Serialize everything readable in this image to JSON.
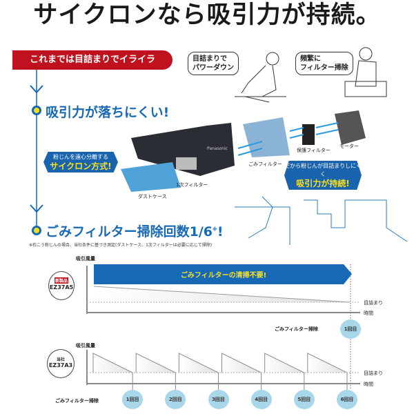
{
  "title": "サイクロンなら吸引力が持続。",
  "before_banner": "これまでは目詰まりでイライラ",
  "bubbles": [
    {
      "line1": "目詰まりで",
      "line2": "パワーダウン"
    },
    {
      "line1": "頻繁に",
      "line2": "フィルター掃除"
    }
  ],
  "section1": {
    "heading": "吸引力が落ちにくい!",
    "cyclone_callout": {
      "line1": "粉じんを遠心分離する",
      "line2": "サイクロン方式!"
    },
    "result_callout": {
      "line1": "だから粉じんが目詰まりしにくく",
      "line2": "吸引力が持続!"
    },
    "parts": {
      "dust_case": "ダストケース",
      "primary_filter": "1次フィルター",
      "dust_filter": "ごみフィルター",
      "protective_filter": "保護フィルター",
      "motor": "モーター"
    },
    "brand": "Panasonic"
  },
  "section2": {
    "heading": "ごみフィルター掃除回数1/6",
    "mark": "※",
    "exclaim": "!",
    "footnote": "※石こう粉じんの場合、当社条件に基づき測定(ダストケース、1次フィルターは必要に応じて掃除)"
  },
  "chart_data": [
    {
      "type": "line",
      "ylabel": "吸引風量",
      "xlabel": "時間",
      "threshold_label": "目詰まり",
      "badge": {
        "tag": "新製品",
        "model": "EZ37A5"
      },
      "banner": "ごみフィルターの清掃不要!",
      "cleaning_label": "ごみフィルター掃除",
      "cleanings": [
        "1回目"
      ]
    },
    {
      "type": "line",
      "ylabel": "吸引風量",
      "xlabel": "時間",
      "threshold_label": "目詰まり",
      "badge": {
        "tag": "当社",
        "model": "EZ37A3"
      },
      "cleaning_label": "ごみフィルター掃除",
      "cleanings": [
        "1回目",
        "2回目",
        "3回目",
        "4回目",
        "5回目",
        "6回目"
      ]
    }
  ],
  "colors": {
    "blue": "#1769b5",
    "red": "#c0121e",
    "yellow": "#f5e12a",
    "light_blue": "#a9d7ea"
  }
}
